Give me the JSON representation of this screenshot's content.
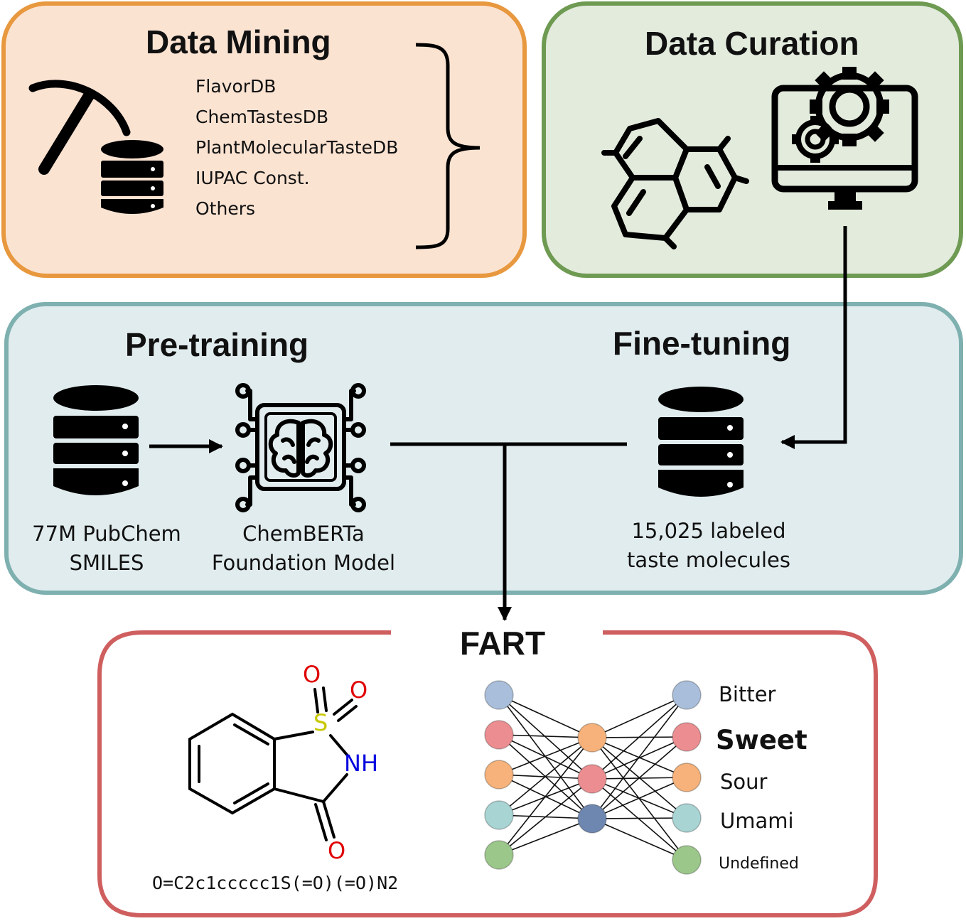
{
  "panels": {
    "data_mining": {
      "title": "Data Mining",
      "sources": [
        "FlavorDB",
        "ChemTastesDB",
        "PlantMolecularTasteDB",
        "IUPAC Const.",
        "Others"
      ],
      "color": "#E8983E",
      "fill": "#FBE3D2"
    },
    "data_curation": {
      "title": "Data Curation",
      "color": "#6E9A52",
      "fill": "#E3EBDD"
    },
    "training": {
      "pretraining_title": "Pre-training",
      "finetuning_title": "Fine-tuning",
      "pubchem_caption": [
        "77M PubChem",
        "SMILES"
      ],
      "model_caption": [
        "ChemBERTa",
        "Foundation Model"
      ],
      "labeled_caption": [
        "15,025 labeled",
        "taste molecules"
      ],
      "color": "#7FB0B0",
      "fill": "#E1ECEE"
    },
    "fart": {
      "title": "FART",
      "color": "#CF5F5F",
      "molecule_atoms": {
        "s": "S",
        "o1": "O",
        "o2": "O",
        "nh": "NH",
        "o3": "O"
      },
      "smiles": "O=C2c1ccccc1S(=O)(=O)N2",
      "outputs": [
        "Bitter",
        "Sweet",
        "Sour",
        "Umami",
        "Undefined"
      ],
      "highlighted_output": "Sweet"
    }
  },
  "node_colors": {
    "blue": "#A9BEDA",
    "red": "#EC8E91",
    "orange": "#F6B27A",
    "teal": "#A8D4D4",
    "green": "#9CC78B",
    "navy": "#6E87B0"
  },
  "atom_colors": {
    "oxygen": "#E00000",
    "sulfur": "#C8C800",
    "nitrogen": "#0000E0"
  }
}
